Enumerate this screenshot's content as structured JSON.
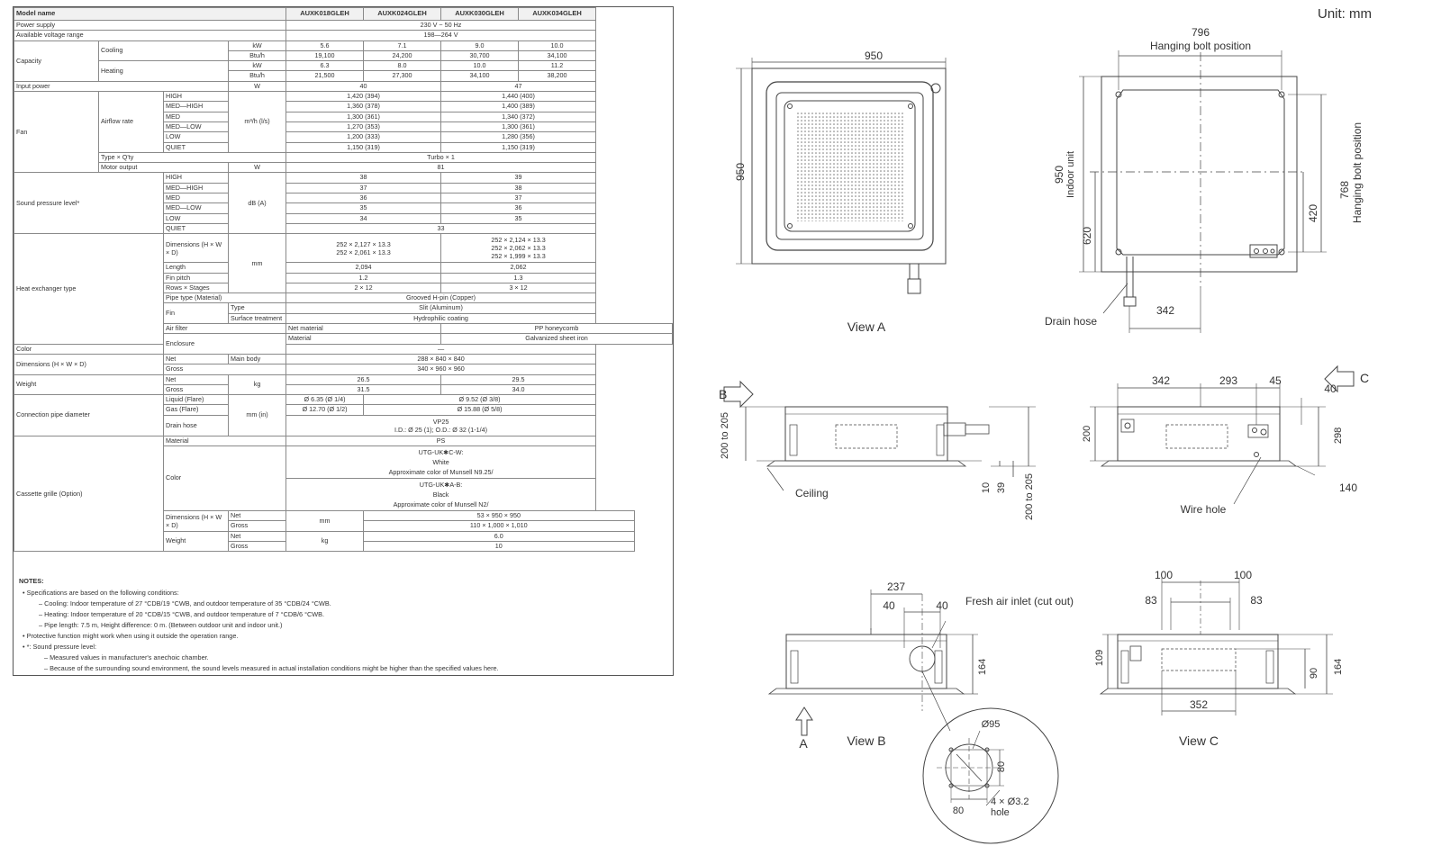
{
  "spec_table": {
    "header": {
      "label": "Model name",
      "models": [
        "AUXK018GLEH",
        "AUXK024GLEH",
        "AUXK030GLEH",
        "AUXK034GLEH"
      ]
    },
    "power_supply": {
      "label": "Power supply",
      "value": "230 V ~ 50 Hz"
    },
    "voltage_range": {
      "label": "Available voltage range",
      "value": "198—264 V"
    },
    "capacity": {
      "label": "Capacity",
      "cooling": "Cooling",
      "heating": "Heating",
      "unit_kw": "kW",
      "unit_btu": "Btu/h",
      "cooling_kw": [
        "5.6",
        "7.1",
        "9.0",
        "10.0"
      ],
      "cooling_btu": [
        "19,100",
        "24,200",
        "30,700",
        "34,100"
      ],
      "heating_kw": [
        "6.3",
        "8.0",
        "10.0",
        "11.2"
      ],
      "heating_btu": [
        "21,500",
        "27,300",
        "34,100",
        "38,200"
      ]
    },
    "input_power": {
      "label": "Input power",
      "unit": "W",
      "values": [
        "40",
        "47"
      ]
    },
    "fan": {
      "label": "Fan",
      "airflow_label": "Airflow rate",
      "unit": "m³/h (l/s)",
      "rows": [
        {
          "level": "HIGH",
          "a": "1,420 (394)",
          "b": "1,440 (400)"
        },
        {
          "level": "MED—HIGH",
          "a": "1,360 (378)",
          "b": "1,400 (389)"
        },
        {
          "level": "MED",
          "a": "1,300 (361)",
          "b": "1,340 (372)"
        },
        {
          "level": "MED—LOW",
          "a": "1,270 (353)",
          "b": "1,300 (361)"
        },
        {
          "level": "LOW",
          "a": "1,200 (333)",
          "b": "1,280 (356)"
        },
        {
          "level": "QUIET",
          "a": "1,150 (319)",
          "b": "1,150 (319)"
        }
      ],
      "type_label": "Type × Q'ty",
      "type_value": "Turbo × 1",
      "motor_label": "Motor output",
      "motor_unit": "W",
      "motor_value": "81"
    },
    "sound": {
      "label": "Sound pressure level*",
      "unit": "dB (A)",
      "rows": [
        {
          "level": "HIGH",
          "a": "38",
          "b": "39"
        },
        {
          "level": "MED—HIGH",
          "a": "37",
          "b": "38"
        },
        {
          "level": "MED",
          "a": "36",
          "b": "37"
        },
        {
          "level": "MED—LOW",
          "a": "35",
          "b": "36"
        },
        {
          "level": "LOW",
          "a": "34",
          "b": "35"
        }
      ],
      "quiet_label": "QUIET",
      "quiet_value": "33"
    },
    "heat_exchanger": {
      "label": "Heat exchanger type",
      "dim_label": "Dimensions (H × W × D)",
      "dim_unit": "mm",
      "dim_a": [
        "252 × 2,127 × 13.3",
        "252 × 2,061 × 13.3"
      ],
      "dim_b": [
        "252 × 2,124 × 13.3",
        "252 × 2,062 × 13.3",
        "252 × 1,999 × 13.3"
      ],
      "length_label": "Length",
      "length": [
        "2,094",
        "2,062"
      ],
      "fin_pitch_label": "Fin pitch",
      "fin_pitch": [
        "1.2",
        "1.3"
      ],
      "rows_label": "Rows × Stages",
      "rows": [
        "2 × 12",
        "3 × 12"
      ],
      "pipe_label": "Pipe type (Material)",
      "pipe_value": "Grooved H-pin (Copper)",
      "fin_label": "Fin",
      "fin_type_label": "Type",
      "fin_type_value": "Slit (Aluminum)",
      "surface_label": "Surface treatment",
      "surface_value": "Hydrophilic coating"
    },
    "air_filter": {
      "label": "Air filter",
      "sub": "Net material",
      "value": "PP honeycomb"
    },
    "enclosure": {
      "label": "Enclosure",
      "material_label": "Material",
      "material_value": "Galvanized sheet iron",
      "color_label": "Color",
      "color_value": "—"
    },
    "dimensions": {
      "label": "Dimensions (H × W × D)",
      "net_label": "Net",
      "main_body": "Main body",
      "unit": "mm",
      "net_value": "288 × 840 × 840",
      "gross_label": "Gross",
      "gross_value": "340 × 960 × 960"
    },
    "weight": {
      "label": "Weight",
      "unit": "kg",
      "net_label": "Net",
      "net": [
        "26.5",
        "29.5"
      ],
      "gross_label": "Gross",
      "gross": [
        "31.5",
        "34.0"
      ]
    },
    "connection": {
      "label": "Connection pipe diameter",
      "unit": "mm (in)",
      "liquid_label": "Liquid (Flare)",
      "liquid": [
        "Ø 6.35 (Ø 1/4)",
        "Ø 9.52 (Ø 3/8)"
      ],
      "gas_label": "Gas (Flare)",
      "gas": [
        "Ø 12.70 (Ø 1/2)",
        "Ø 15.88 (Ø 5/8)"
      ],
      "drain_label": "Drain hose",
      "drain_1": "VP25",
      "drain_2": "I.D.: Ø 25 (1); O.D.: Ø 32 (1-1/4)"
    },
    "grille": {
      "label": "Cassette grille (Option)",
      "material_label": "Material",
      "material_value": "PS",
      "color_label": "Color",
      "color_w": [
        "UTG-UK✱C-W:",
        "White",
        "Approximate color of Munsell N9.25/"
      ],
      "color_b": [
        "UTG-UK✱A-B:",
        "Black",
        "Approximate color of Munsell N2/"
      ],
      "dim_label": "Dimensions (H × W × D)",
      "dim_unit": "mm",
      "net_label": "Net",
      "net_value": "53 × 950 × 950",
      "gross_label": "Gross",
      "gross_value": "110 × 1,000 × 1,010",
      "weight_label": "Weight",
      "weight_unit": "kg",
      "w_net": "6.0",
      "w_gross": "10"
    }
  },
  "notes": {
    "title": "NOTES:",
    "lines": [
      "• Specifications are based on the following conditions:",
      "– Cooling: Indoor temperature of 27 °CDB/19 °CWB, and outdoor temperature of 35 °CDB/24 °CWB.",
      "– Heating: Indoor temperature of 20 °CDB/15 °CWB, and outdoor temperature of 7 °CDB/6 °CWB.",
      "– Pipe length: 7.5 m, Height difference: 0 m. (Between outdoor unit and indoor unit.)",
      "• Protective function might work when using it outside the operation range.",
      "• *: Sound pressure level:",
      "– Measured values in manufacturer's anechoic chamber.",
      "– Because of the surrounding sound environment, the sound levels measured in actual installation conditions might be higher than the specified values here."
    ]
  },
  "drawings": {
    "unit": "Unit: mm",
    "view_a": {
      "caption": "View A",
      "width": "950",
      "height": "950"
    },
    "top_view": {
      "bolt_width": "796",
      "bolt_label": "Hanging bolt position",
      "indoor_label": "950",
      "indoor_sub": "Indoor unit",
      "d620": "620",
      "d420": "420",
      "d768": "768",
      "d768_label": "Hanging bolt position",
      "d342": "342",
      "drain": "Drain hose"
    },
    "side_b": {
      "arrow": "B",
      "height": "200 to 205",
      "ceiling": "Ceiling",
      "d10": "10",
      "d39": "39",
      "d200_205": "200 to 205"
    },
    "side_c": {
      "arrow": "C",
      "d342": "342",
      "d293": "293",
      "d45": "45",
      "d40": "40",
      "d200": "200",
      "d298": "298",
      "d140": "140",
      "wire": "Wire hole"
    },
    "view_b": {
      "caption": "View B",
      "arrow": "A",
      "d237": "237",
      "d40a": "40",
      "d40b": "40",
      "fresh": "Fresh air inlet (cut out)",
      "d164": "164",
      "d95": "Ø95",
      "d80a": "80",
      "d80b": "80",
      "hole1": "4 × Ø3.2",
      "hole2": "hole"
    },
    "view_c": {
      "caption": "View C",
      "d100a": "100",
      "d100b": "100",
      "d83a": "83",
      "d83b": "83",
      "d109": "109",
      "d90": "90",
      "d164": "164",
      "d352": "352"
    }
  }
}
